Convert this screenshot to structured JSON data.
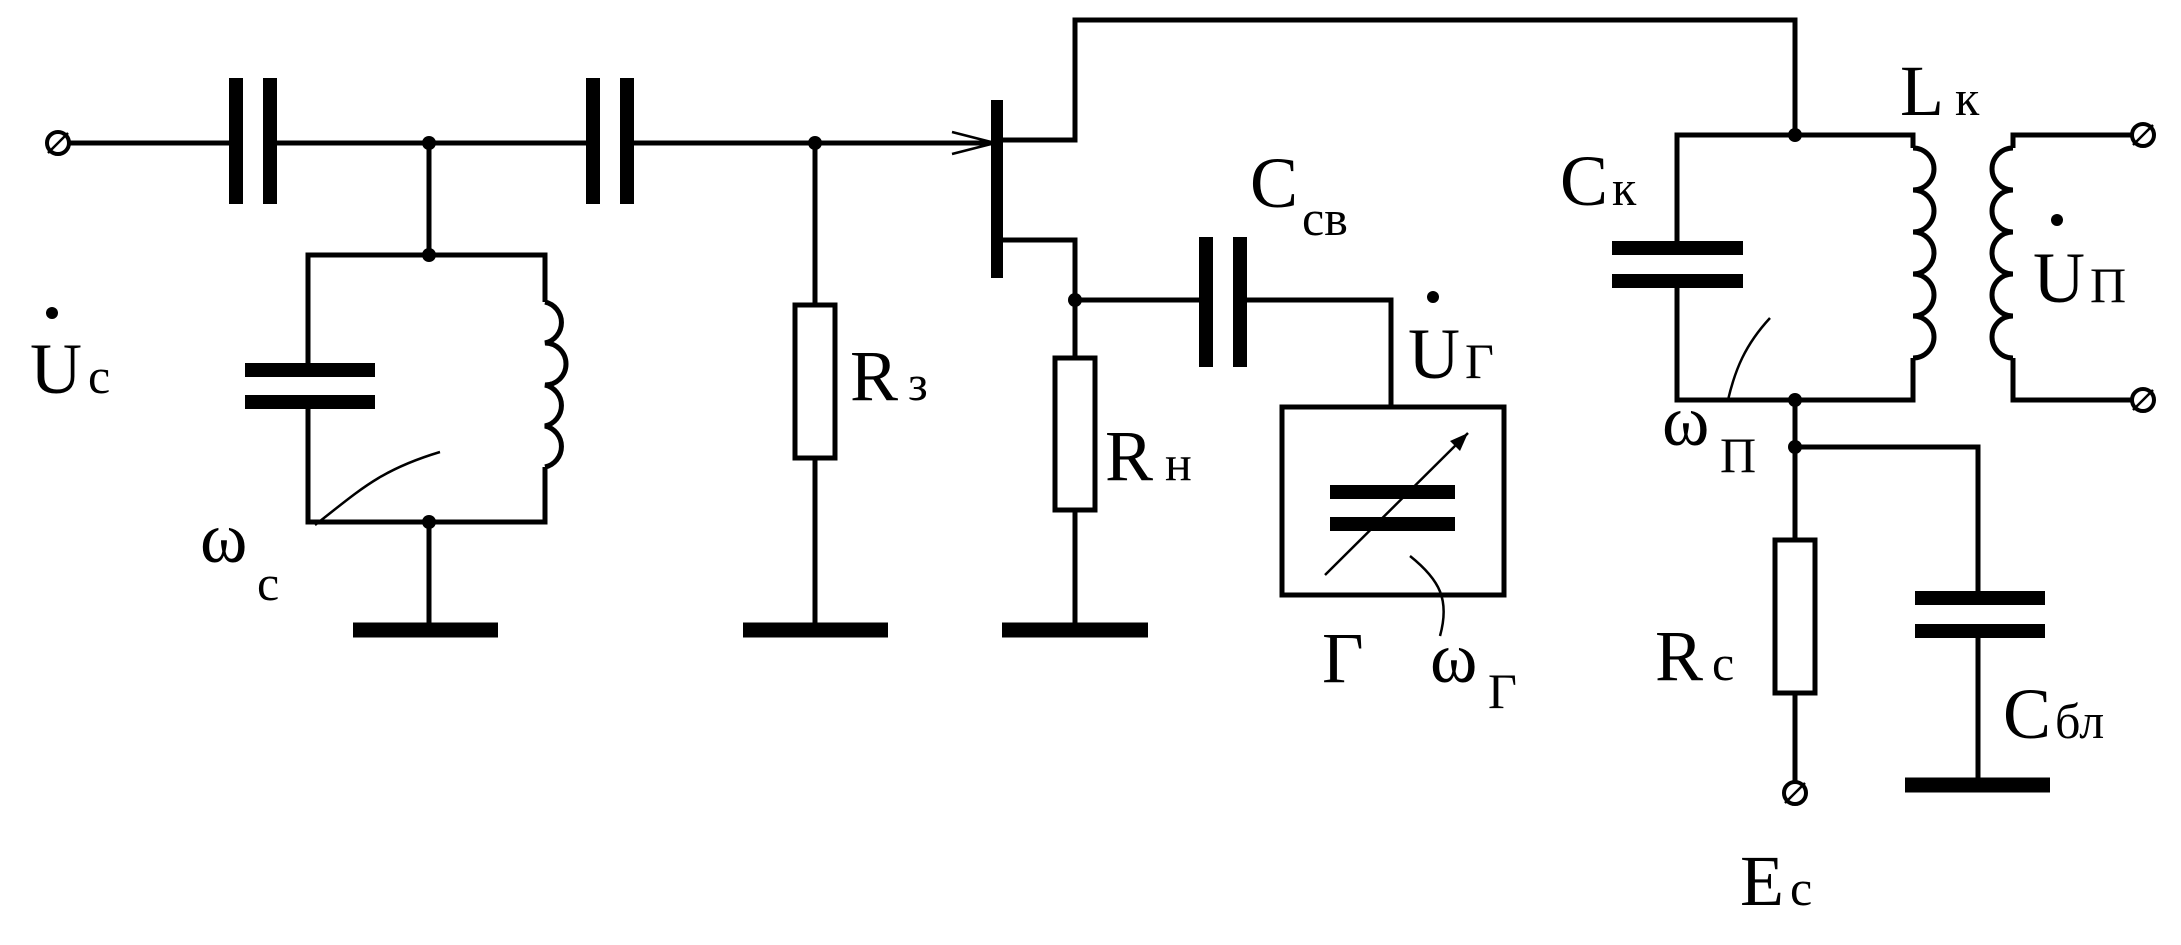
{
  "labels": {
    "input_voltage": {
      "main": "U",
      "sub": "c"
    },
    "signal_freq": {
      "main": "ω",
      "sub": "c"
    },
    "gate_resistor": {
      "main": "R",
      "sub": "з"
    },
    "load_resistor": {
      "main": "R",
      "sub": "н"
    },
    "coupling_cap": {
      "main": "C",
      "sub": "св"
    },
    "lo_voltage": {
      "main": "U",
      "sub": "Г"
    },
    "oscillator": "Г",
    "lo_freq": {
      "main": "ω",
      "sub": "Г"
    },
    "tank_cap": {
      "main": "C",
      "sub": "к"
    },
    "tank_inductor": {
      "main": "L",
      "sub": "к"
    },
    "output_voltage": {
      "main": "U",
      "sub": "П"
    },
    "if_freq": {
      "main": "ω",
      "sub": "П"
    },
    "drain_resistor": {
      "main": "R",
      "sub": "c"
    },
    "block_cap": {
      "main": "C",
      "sub": "бл"
    },
    "supply": {
      "main": "E",
      "sub": "c"
    }
  }
}
